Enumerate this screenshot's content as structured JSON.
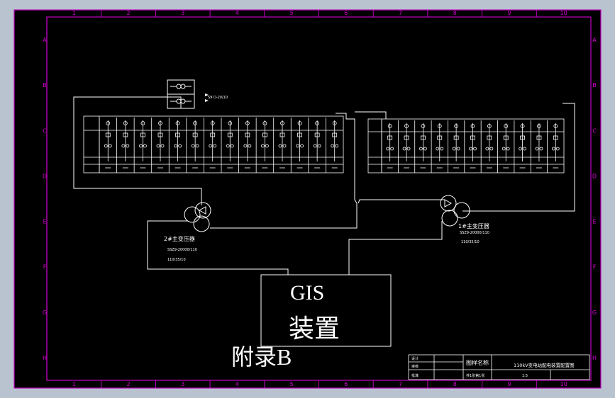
{
  "colors": {
    "background": "#b9c3cf",
    "sheet": "#000000",
    "frame": "#c000c0",
    "lines": "#ffffff"
  },
  "frame": {
    "columns": [
      "1",
      "2",
      "3",
      "4",
      "5",
      "6",
      "7",
      "8",
      "9",
      "10"
    ],
    "rows": [
      "A",
      "B",
      "C",
      "D",
      "E",
      "F",
      "G",
      "H"
    ]
  },
  "diagram": {
    "gis_line1": "GIS",
    "gis_line2": "装置",
    "appendix": "附录B",
    "transformer_left_label": "2#主变压器",
    "transformer_left_spec1": "SSZ9-20000/110",
    "transformer_left_spec2": "110/35/10",
    "transformer_right_label": "1#主变压器",
    "transformer_right_spec1": "SSZ9-20000/110",
    "transformer_right_spec2": "110/35/10",
    "station_tx_label": "S9 D-20/10"
  },
  "title_block": {
    "drawing_title": "110kV变电站配电装置配置图",
    "drawing_name_label": "图样名称",
    "row_labels": [
      "设计",
      "审核",
      "批准"
    ],
    "scale": "1:5",
    "sheet_info": "共1张第1张"
  }
}
